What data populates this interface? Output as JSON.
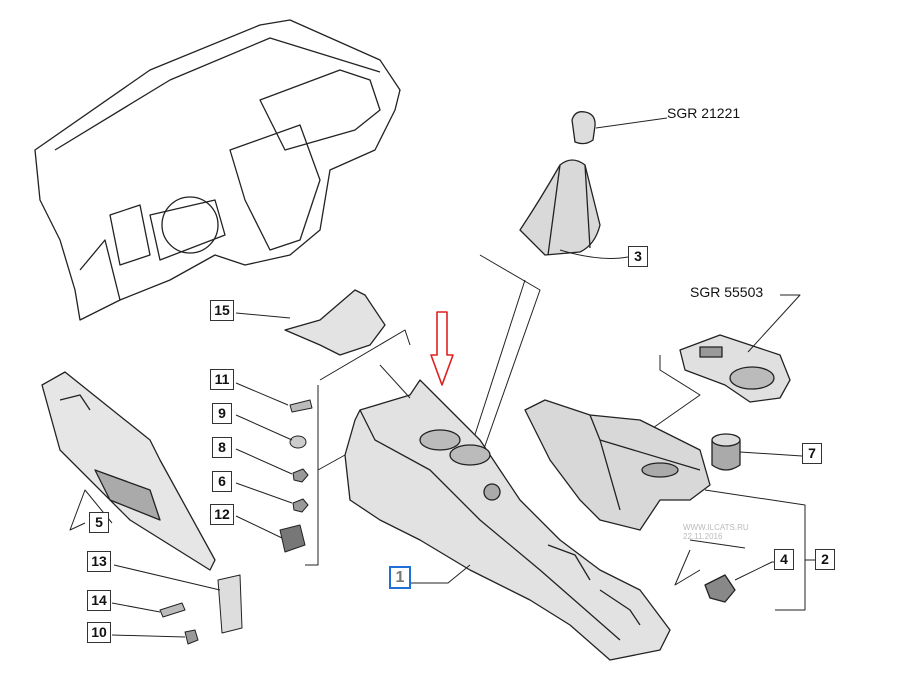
{
  "diagram": {
    "references": {
      "top_ref": "SGR 21221",
      "cupholder_ref": "SGR 55503"
    },
    "callouts": {
      "c1": "1",
      "c2": "2",
      "c3": "3",
      "c4": "4",
      "c5": "5",
      "c6": "6",
      "c7": "7",
      "c8": "8",
      "c9": "9",
      "c10": "10",
      "c11": "11",
      "c12": "12",
      "c13": "13",
      "c14": "14",
      "c15": "15"
    },
    "selected_callout": "1",
    "highlight_arrow_color": "#e02020",
    "selected_border_color": "#1f6fd6",
    "watermark": {
      "line1": "WWW.ILCATS.RU",
      "line2": "22.11.2016"
    }
  }
}
